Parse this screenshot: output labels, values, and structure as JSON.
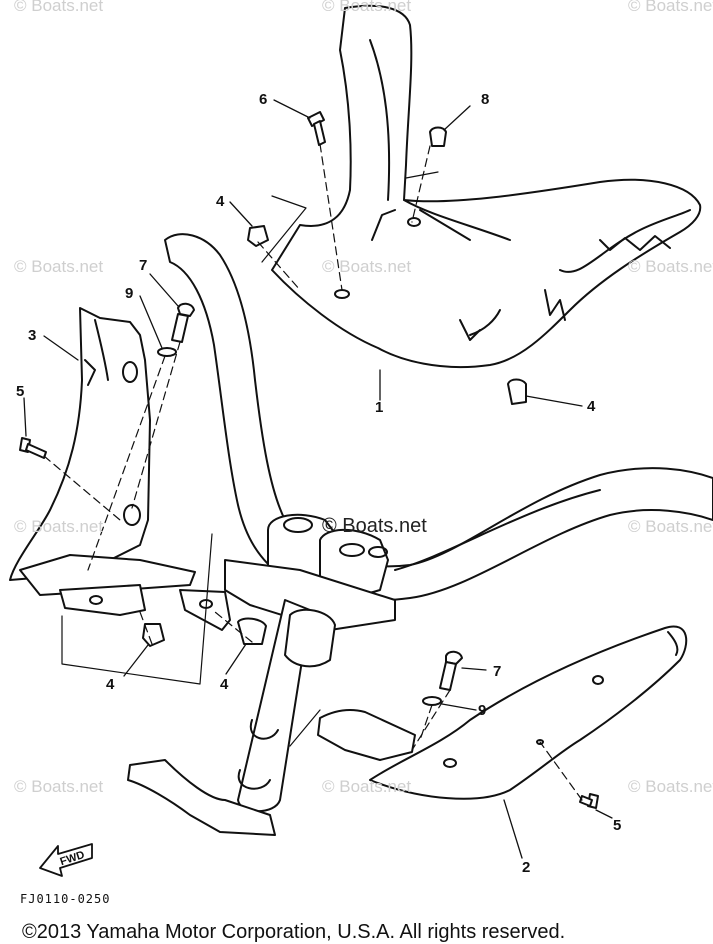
{
  "watermark": {
    "text": "© Boats.net",
    "center_text": "© Boats.net",
    "color": "#cfcfcf"
  },
  "callouts": [
    "6",
    "8",
    "4",
    "7",
    "9",
    "3",
    "5",
    "1",
    "4",
    "4",
    "4",
    "7",
    "9",
    "5",
    "2"
  ],
  "fwd_label": "FWD",
  "diagram_code": "FJ0110-0250",
  "copyright": "©2013 Yamaha Motor Corporation, U.S.A. All rights reserved."
}
